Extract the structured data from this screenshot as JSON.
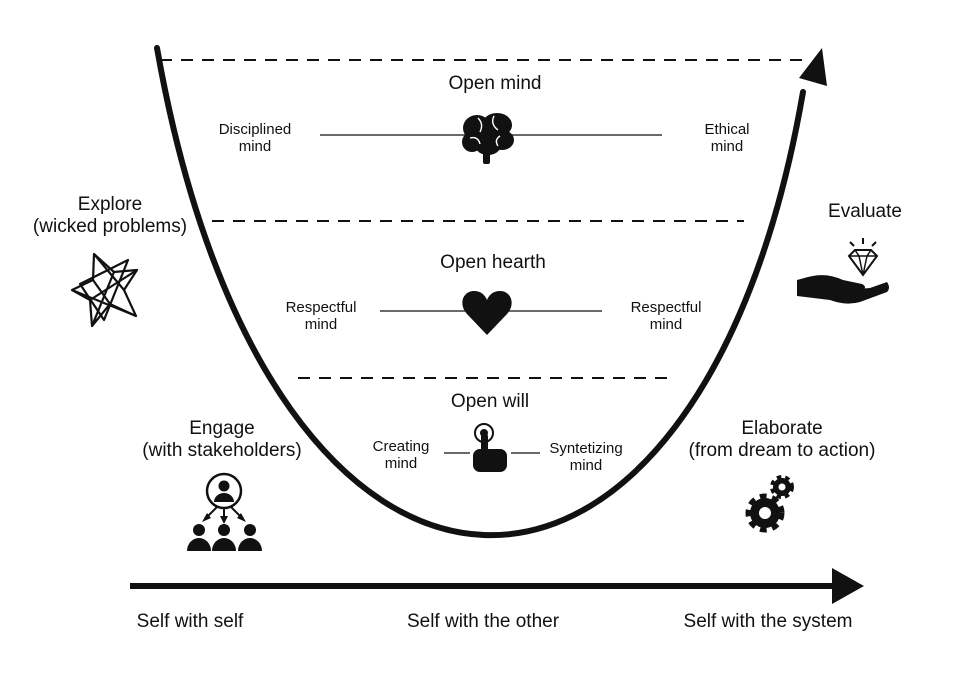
{
  "levels": {
    "open_mind": {
      "title": "Open mind",
      "left_label": "Disciplined\nmind",
      "right_label": "Ethical\nmind",
      "icon": "brain-icon"
    },
    "open_hearth": {
      "title": "Open hearth",
      "left_label": "Respectful\nmind",
      "right_label": "Respectful\nmind",
      "icon": "heart-icon"
    },
    "open_will": {
      "title": "Open will",
      "left_label": "Creating\nmind",
      "right_label": "Syntetizing\nmind",
      "icon": "hand-pointer-icon"
    }
  },
  "stages": {
    "explore": {
      "label": "Explore\n(wicked problems)",
      "icon": "tangle-icon"
    },
    "engage": {
      "label": "Engage\n(with stakeholders)",
      "icon": "stakeholders-icon"
    },
    "evaluate": {
      "label": "Evaluate",
      "icon": "diamond-hand-icon"
    },
    "elaborate": {
      "label": "Elaborate\n(from dream to action)",
      "icon": "gears-icon"
    }
  },
  "axis": {
    "labels": [
      "Self with self",
      "Self with the other",
      "Self with the system"
    ]
  },
  "colors": {
    "ink": "#111111",
    "background": "#ffffff"
  }
}
